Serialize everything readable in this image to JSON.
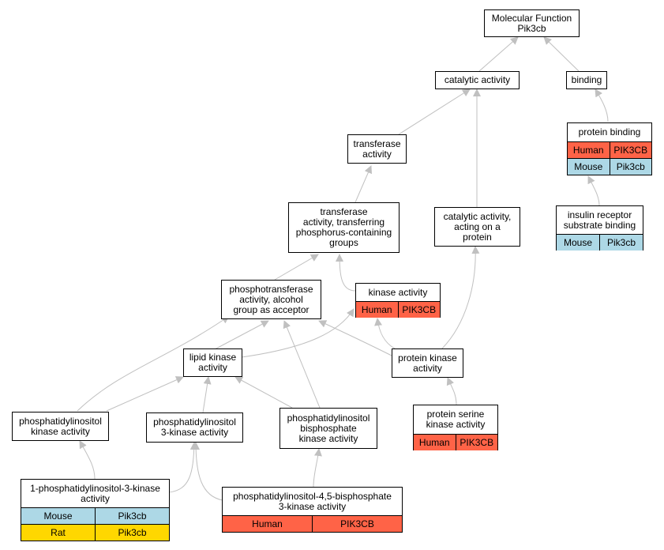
{
  "colors": {
    "human": "#ff6347",
    "mouse": "#add8e6",
    "rat": "#ffd700",
    "edge": "#c0c0c0"
  },
  "nodes": {
    "mf": {
      "title": "Molecular Function\nPik3cb"
    },
    "catalytic": {
      "title": "catalytic activity"
    },
    "binding": {
      "title": "binding"
    },
    "protein_binding": {
      "title": "protein binding",
      "rows": [
        {
          "species": "Human",
          "gene": "PIK3CB"
        },
        {
          "species": "Mouse",
          "gene": "Pik3cb"
        }
      ]
    },
    "transferase": {
      "title": "transferase\nactivity"
    },
    "insulin": {
      "title": "insulin receptor\nsubstrate binding",
      "rows": [
        {
          "species": "Mouse",
          "gene": "Pik3cb"
        }
      ]
    },
    "transferase_p": {
      "title": "transferase\nactivity, transferring\nphosphorus-containing\ngroups"
    },
    "catalytic_protein": {
      "title": "catalytic activity,\nacting on a\nprotein"
    },
    "phosphotransferase": {
      "title": "phosphotransferase\nactivity, alcohol\ngroup as acceptor"
    },
    "kinase": {
      "title": "kinase activity",
      "rows": [
        {
          "species": "Human",
          "gene": "PIK3CB"
        }
      ]
    },
    "lipid_kinase": {
      "title": "lipid kinase\nactivity"
    },
    "protein_kinase": {
      "title": "protein kinase\nactivity"
    },
    "pi_kinase": {
      "title": "phosphatidylinositol\nkinase activity"
    },
    "pi3_kinase": {
      "title": "phosphatidylinositol\n3-kinase activity"
    },
    "pip_kinase": {
      "title": "phosphatidylinositol\nbisphosphate\nkinase activity"
    },
    "ps_kinase": {
      "title": "protein serine\nkinase activity",
      "rows": [
        {
          "species": "Human",
          "gene": "PIK3CB"
        }
      ]
    },
    "pi3k_1": {
      "title": "1-phosphatidylinositol-3-kinase\nactivity",
      "rows": [
        {
          "species": "Mouse",
          "gene": "Pik3cb"
        },
        {
          "species": "Rat",
          "gene": "Pik3cb"
        }
      ]
    },
    "pip45_3k": {
      "title": "phosphatidylinositol-4,5-bisphosphate\n3-kinase activity",
      "rows": [
        {
          "species": "Human",
          "gene": "PIK3CB"
        }
      ]
    }
  }
}
